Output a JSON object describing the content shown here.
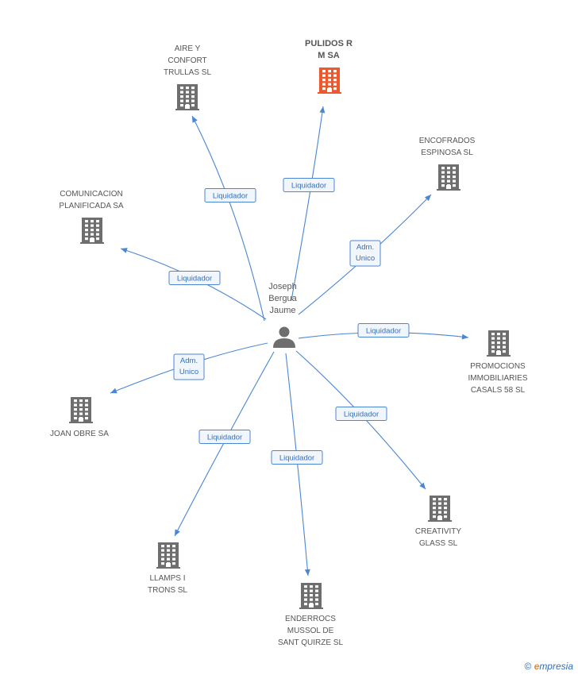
{
  "center": {
    "name_lines": [
      "Joseph",
      "Bergua",
      "Jaume"
    ],
    "icon": "person-icon"
  },
  "companies": [
    {
      "id": "aire",
      "lines": [
        "AIRE Y",
        "CONFORT",
        "TRULLAS SL"
      ],
      "role": "Liquidador",
      "highlight": false,
      "icon": "building-icon"
    },
    {
      "id": "pulidos",
      "lines": [
        "PULIDOS R",
        "M SA"
      ],
      "role": "Liquidador",
      "highlight": true,
      "icon": "building-icon"
    },
    {
      "id": "encofrados",
      "lines": [
        "ENCOFRADOS",
        "ESPINOSA SL"
      ],
      "role_lines": [
        "Adm.",
        "Unico"
      ],
      "highlight": false,
      "icon": "building-icon"
    },
    {
      "id": "comunicacion",
      "lines": [
        "COMUNICACION",
        "PLANIFICADA SA"
      ],
      "role": "Liquidador",
      "highlight": false,
      "icon": "building-icon"
    },
    {
      "id": "promociones",
      "lines": [
        "PROMOCIONS",
        "IMMOBILIARIES",
        "CASALS 58 SL"
      ],
      "role": "Liquidador",
      "highlight": false,
      "icon": "building-icon"
    },
    {
      "id": "joan",
      "lines": [
        "JOAN OBRE SA"
      ],
      "role_lines": [
        "Adm.",
        "Unico"
      ],
      "highlight": false,
      "icon": "building-icon"
    },
    {
      "id": "creativity",
      "lines": [
        "CREATIVITY",
        "GLASS SL"
      ],
      "role": "Liquidador",
      "highlight": false,
      "icon": "building-icon"
    },
    {
      "id": "llamps",
      "lines": [
        "LLAMPS I",
        "TRONS SL"
      ],
      "role": "Liquidador",
      "highlight": false,
      "icon": "building-icon"
    },
    {
      "id": "enderrocs",
      "lines": [
        "ENDERROCS",
        "MUSSOL DE",
        "SANT QUIRZE SL"
      ],
      "role": "Liquidador",
      "highlight": false,
      "icon": "building-icon"
    }
  ],
  "colors": {
    "edge": "#4a86d4",
    "building": "#6e6e6e",
    "building_highlight": "#f0572a",
    "person": "#6e6e6e"
  },
  "footer": {
    "copyright": "©",
    "brand_initial": "e",
    "brand_rest": "mpresia"
  }
}
